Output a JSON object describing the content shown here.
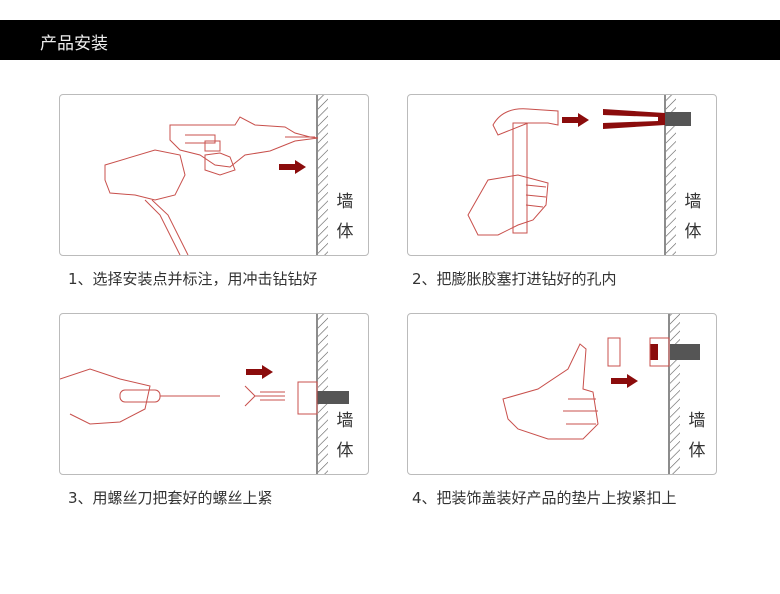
{
  "header": {
    "title": "产品安装"
  },
  "wall_label": {
    "line1": "墙",
    "line2": "体"
  },
  "steps": [
    {
      "caption": "1、选择安装点并标注，用冲击钻钻好",
      "icon": "drill-icon"
    },
    {
      "caption": "2、把膨胀胶塞打进钻好的孔内",
      "icon": "hammer-icon"
    },
    {
      "caption": "3、用螺丝刀把套好的螺丝上紧",
      "icon": "screwdriver-icon"
    },
    {
      "caption": "4、把装饰盖装好产品的垫片上按紧扣上",
      "icon": "thumbs-up-icon"
    }
  ],
  "colors": {
    "line": "#c8504c",
    "arrow": "#8b0c0c",
    "header_bg": "#000000"
  }
}
